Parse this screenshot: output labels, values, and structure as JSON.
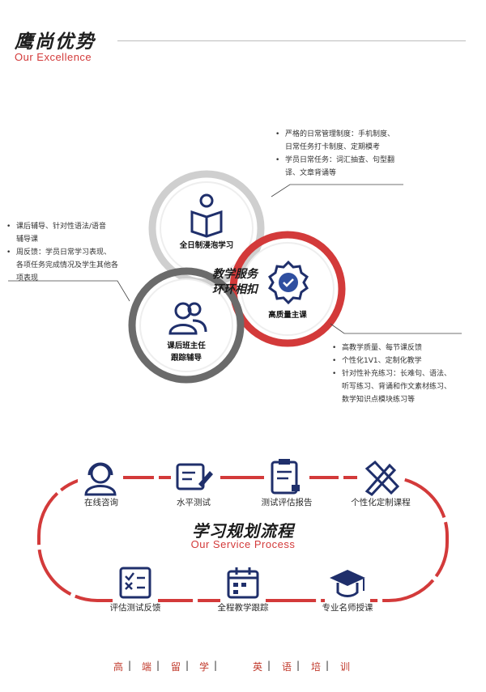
{
  "header": {
    "title": "鹰尚优势",
    "subtitle": "Our Excellence"
  },
  "advantages": {
    "center_line1": "教学服务",
    "center_line2": "环环相扣",
    "circle_top": "全日制浸泡学习",
    "circle_right": "高质量主课",
    "circle_left_line1": "课后班主任",
    "circle_left_line2": "跟踪辅导",
    "notes_top": [
      "严格的日常管理制度：手机制度、",
      "日常任务打卡制度、定期模考",
      "学员日常任务：词汇抽查、句型翻",
      "译、文章背诵等"
    ],
    "notes_left": [
      "课后辅导、针对性语法/语音",
      "辅导课",
      "周反馈：学员日常学习表现、",
      "各项任务完成情况及学生其他各",
      "项表现"
    ],
    "notes_right": [
      "高教学质量、每节课反馈",
      "个性化1V1、定制化教学",
      "针对性补充练习：长难句、语法、",
      "听写练习、背诵和作文素材练习、",
      "数学知识点模块练习等"
    ]
  },
  "process": {
    "title": "学习规划流程",
    "subtitle": "Our Service Process",
    "steps": [
      "在线咨询",
      "水平测试",
      "测试评估报告",
      "个性化定制课程",
      "专业名师授课",
      "全程教学跟踪",
      "评估测试反馈"
    ]
  },
  "footer": {
    "chars": [
      "高",
      "端",
      "留",
      "学",
      "英",
      "语",
      "培",
      "训"
    ]
  },
  "colors": {
    "accent": "#d33a3a",
    "navy": "#1f2f6b",
    "grey": "#6b6b6b"
  }
}
